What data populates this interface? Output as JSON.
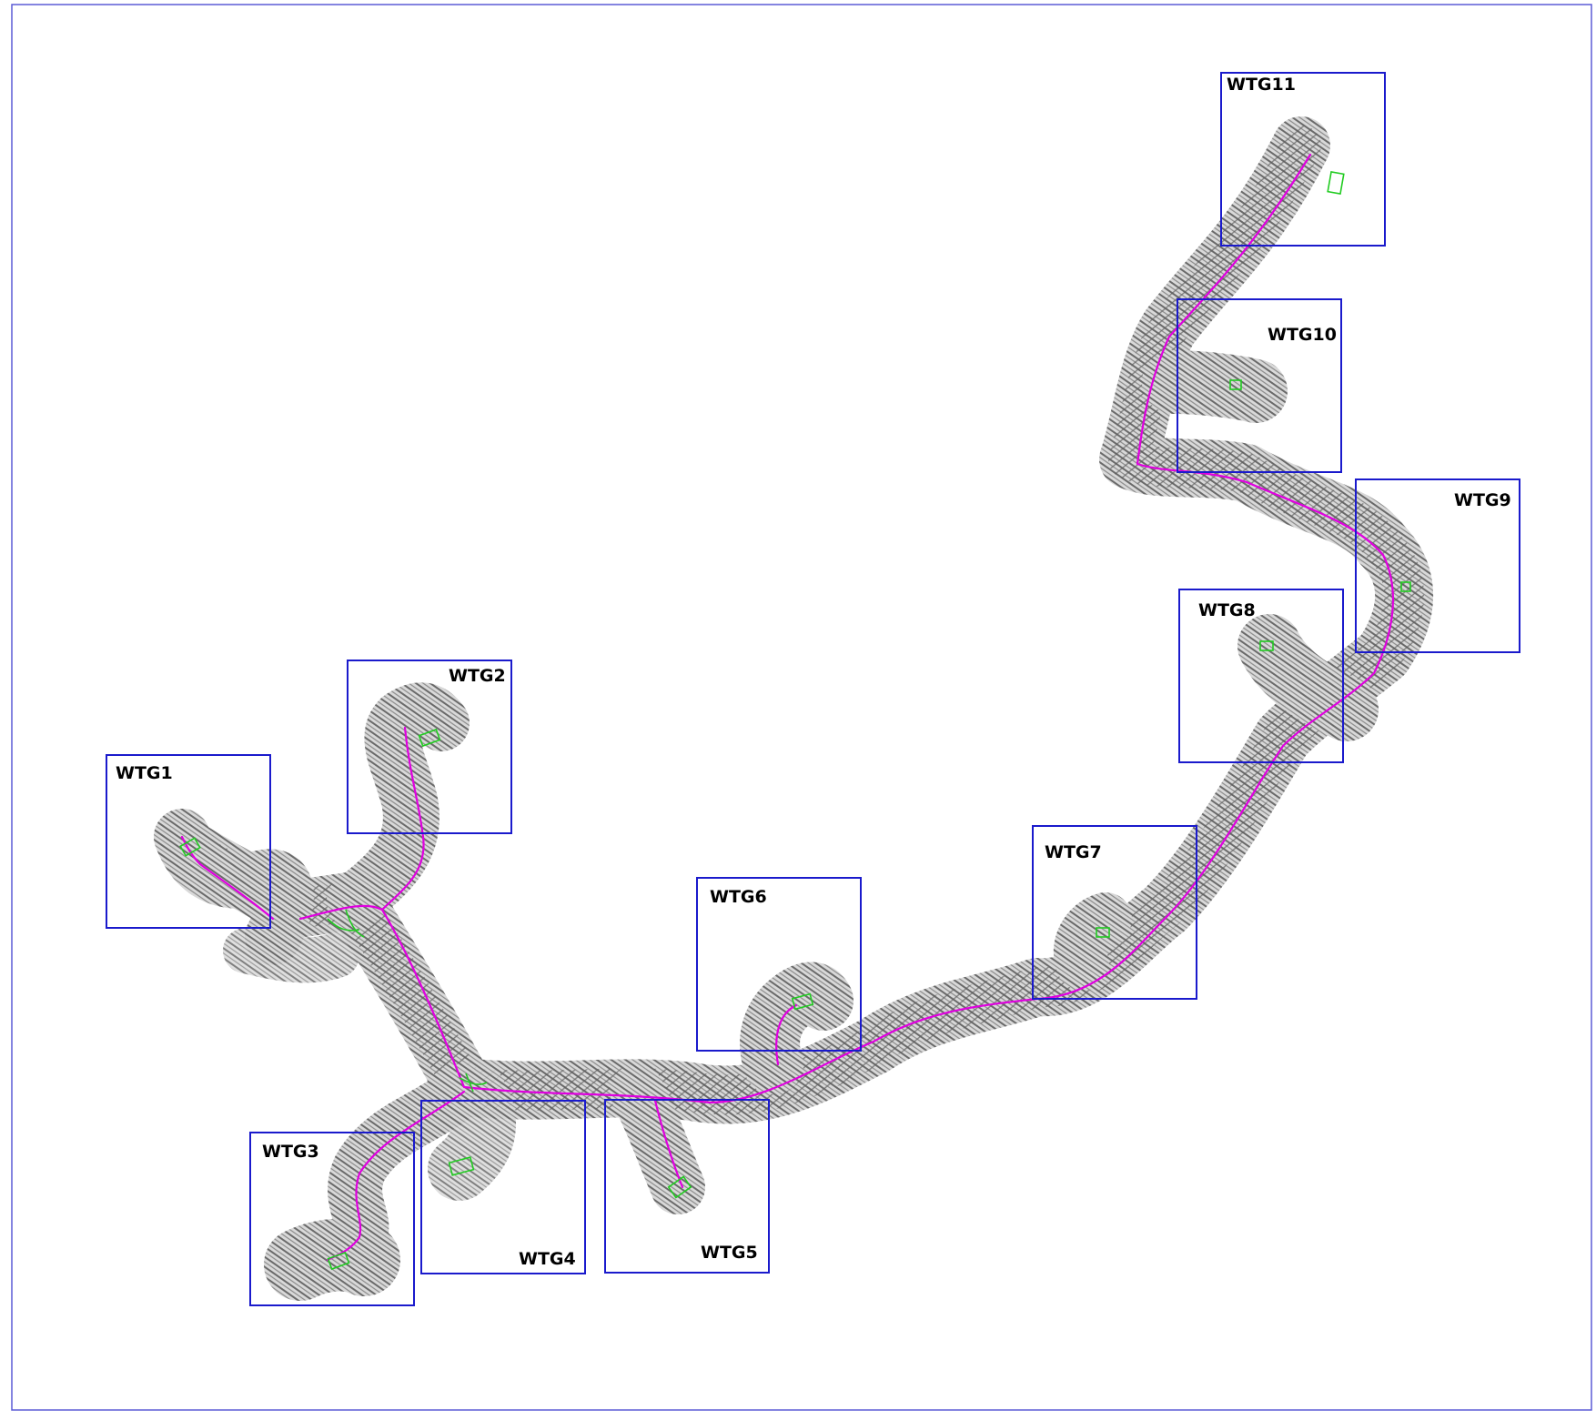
{
  "colors": {
    "frame": "#5b5bd6",
    "sheet_border": "#1a1acc",
    "terrain": "#6f6f6f",
    "terrain_light": "#a8a8a8",
    "road": "#e000e0",
    "pad": "#22cc22"
  },
  "sheets": [
    {
      "id": "wtg1",
      "label": "WTG1"
    },
    {
      "id": "wtg2",
      "label": "WTG2"
    },
    {
      "id": "wtg3",
      "label": "WTG3"
    },
    {
      "id": "wtg4",
      "label": "WTG4"
    },
    {
      "id": "wtg5",
      "label": "WTG5"
    },
    {
      "id": "wtg6",
      "label": "WTG6"
    },
    {
      "id": "wtg7",
      "label": "WTG7"
    },
    {
      "id": "wtg8",
      "label": "WTG8"
    },
    {
      "id": "wtg9",
      "label": "WTG9"
    },
    {
      "id": "wtg10",
      "label": "WTG10"
    },
    {
      "id": "wtg11",
      "label": "WTG11"
    }
  ]
}
